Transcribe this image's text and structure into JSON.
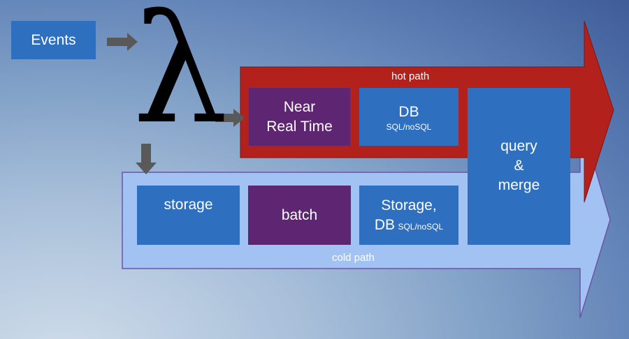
{
  "source": {
    "label": "Events"
  },
  "lambda_symbol": "λ",
  "hot_path": {
    "label": "hot path",
    "near_real_time": {
      "line1": "Near",
      "line2": "Real Time"
    },
    "db": {
      "label": "DB",
      "sublabel": "SQL/noSQL"
    }
  },
  "cold_path": {
    "label": "cold path",
    "storage": {
      "label": "storage"
    },
    "batch": {
      "label": "batch"
    },
    "storage_db": {
      "line1": "Storage,",
      "line2": "DB",
      "sublabel": "SQL/noSQL"
    }
  },
  "query_merge": {
    "line1": "query",
    "line2": "&",
    "line3": "merge"
  },
  "colors": {
    "hot_path": "#b3211d",
    "cold_path": "#a3c2f4",
    "box_blue": "#2e6fc0",
    "box_purple": "#5e2672",
    "connector": "#595959"
  }
}
